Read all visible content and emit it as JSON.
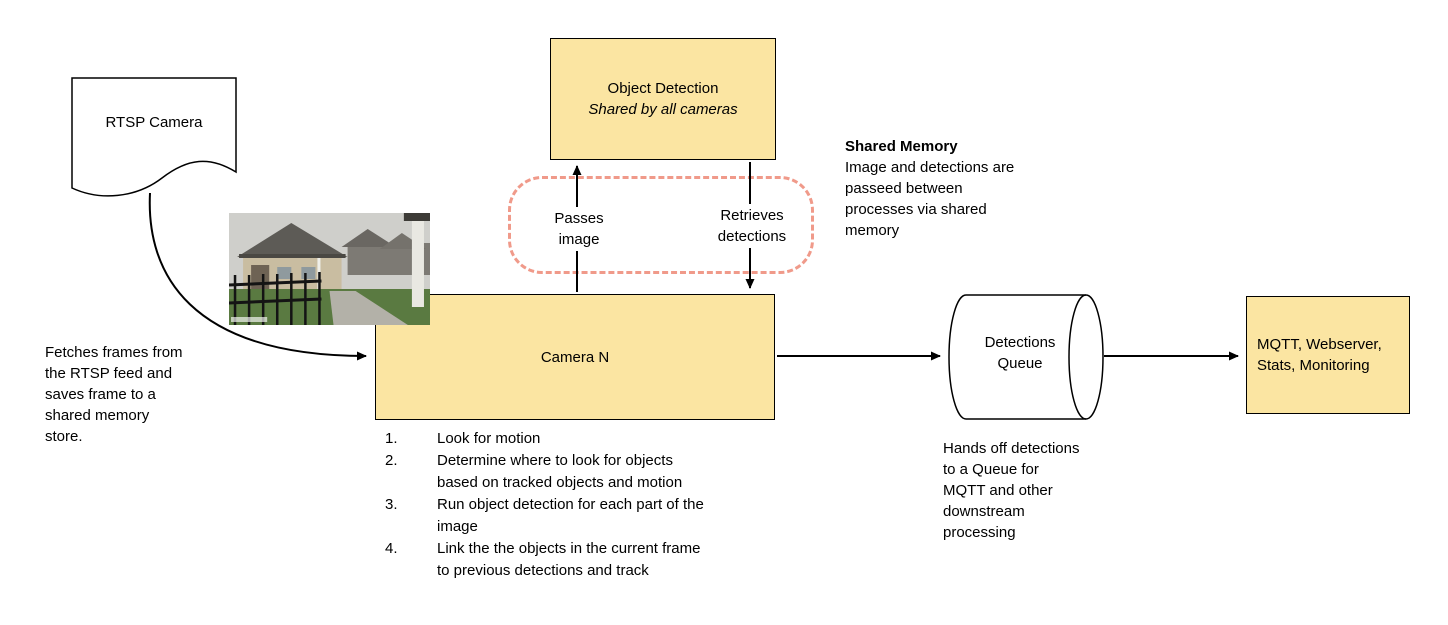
{
  "diagram": {
    "rtsp_camera_label": "RTSP Camera",
    "fetch_note": "Fetches frames from the RTSP feed and saves frame to a shared memory store.",
    "object_detection_title": "Object Detection",
    "object_detection_subtitle": "Shared by all cameras",
    "passes_image_label": "Passes image",
    "retrieves_detections_label": "Retrieves detections",
    "shared_memory_title": "Shared Memory",
    "shared_memory_body": "Image and detections are passeed between processes via shared memory",
    "camera_n_label": "Camera N",
    "camera_steps": [
      {
        "num": "1.",
        "text": "Look for motion"
      },
      {
        "num": "2.",
        "text": "Determine where to look for objects based on tracked objects and motion"
      },
      {
        "num": "3.",
        "text": "Run object detection for each part of the image"
      },
      {
        "num": "4.",
        "text": "Link the the objects in the current frame to previous detections and track"
      }
    ],
    "detections_queue_label": "Detections Queue",
    "queue_note": "Hands off detections to a Queue for MQTT and other downstream processing",
    "mqtt_label": "MQTT, Webserver, Stats, Monitoring",
    "colors": {
      "box_fill": "#fbe5a2",
      "box_border": "#000000",
      "shared_memory_dash": "#f09a8a",
      "arrow": "#000000"
    }
  }
}
